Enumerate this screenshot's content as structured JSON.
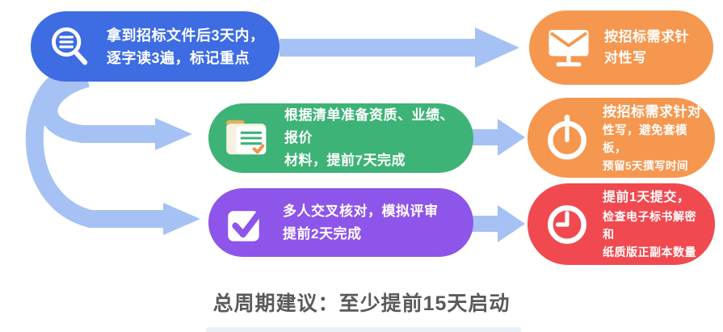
{
  "caption": "总周期建议：至少提前15天启动",
  "colors": {
    "background": "#FFFFFF",
    "arrow": "#A6C2F4",
    "caption_text": "#595959",
    "step1_bg": "#3D6CE3",
    "step2_bg": "#3EB377",
    "step3_bg": "#8D55E9",
    "tip1_bg": "#F6974F",
    "tip2_bg": "#F6974F",
    "tip3_bg": "#F04A50",
    "folder_tab": "#E2B15C",
    "folder_body": "#F7F1E3",
    "folder_check": "#F0924D",
    "bottom_strip": "#E9F0FA"
  },
  "steps": [
    {
      "icon": "search-document-icon",
      "lines": [
        "拿到招标文件后3天内，",
        "逐字读3遍，标记重点"
      ]
    },
    {
      "icon": "folder-checklist-icon",
      "lines": [
        "根据清单准备资质、业绩、报价",
        "材料，提前7天完成"
      ]
    },
    {
      "icon": "checkbox-icon",
      "lines": [
        "多人交叉核对，模拟评审",
        "提前2天完成"
      ]
    }
  ],
  "tips": [
    {
      "icon": "mail-icon",
      "lines": [
        "按招标需求针",
        "对性写"
      ]
    },
    {
      "icon": "stopwatch-icon",
      "lines": [
        "按招标需求针对",
        "性写，避免套模板，",
        "预留5天撰写时间"
      ]
    },
    {
      "icon": "clock-icon",
      "lines": [
        "提前1天提交，",
        "检查电子标书解密和",
        "纸质版正副本数量"
      ]
    }
  ]
}
